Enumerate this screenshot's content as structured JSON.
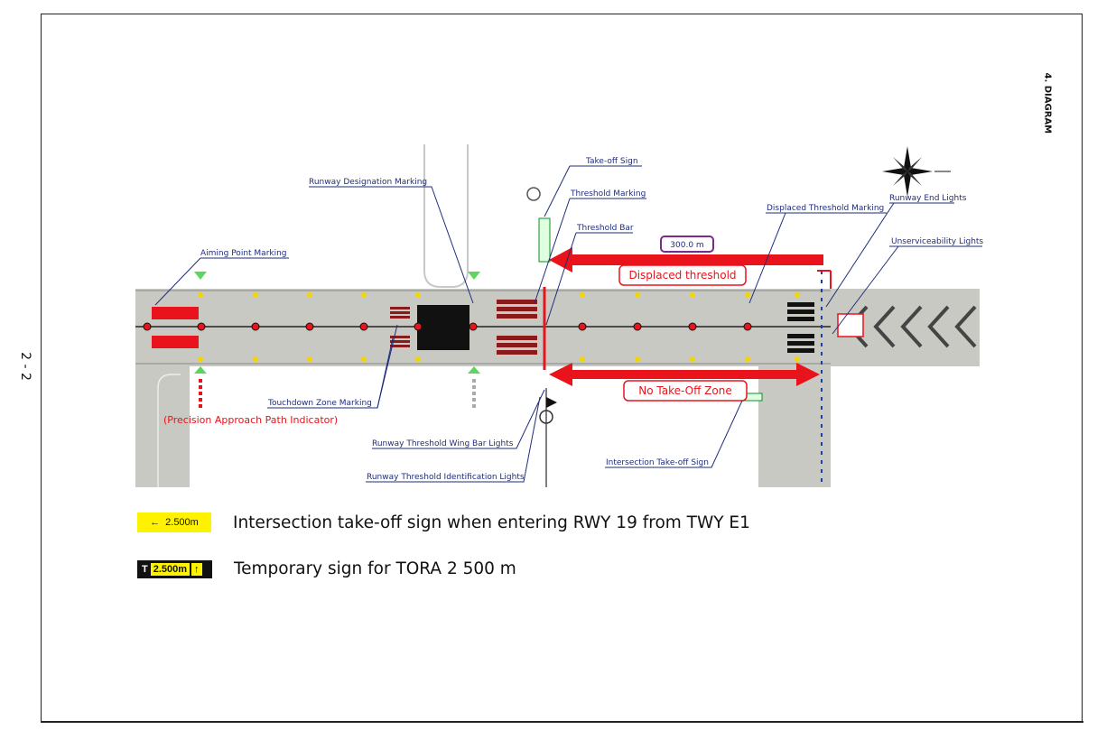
{
  "page": {
    "section_title": "4. DIAGRAM",
    "page_number": "2 - 2"
  },
  "diagram": {
    "labels": {
      "takeoff_sign": "Take-off Sign",
      "runway_designation": "Runway Designation Marking",
      "threshold_marking": "Threshold Marking",
      "threshold_bar": "Threshold Bar",
      "aiming_point": "Aiming Point Marking",
      "displaced_threshold_marking": "Displaced Threshold Marking",
      "runway_end_lights": "Runway End Lights",
      "unserviceability_lights": "Unserviceability Lights",
      "distance": "300.0 m",
      "displaced_threshold": "Displaced threshold",
      "no_takeoff_zone": "No Take-Off Zone",
      "touchdown_zone": "Touchdown Zone Marking",
      "papi": "(Precision Approach Path Indicator)",
      "wing_bar": "Runway Threshold Wing Bar Lights",
      "intersection_sign": "Intersection Take-off Sign",
      "threshold_id_lights": "Runway Threshold Identification Lights"
    },
    "colors": {
      "arrow_red": "#e8131b",
      "label_blue": "#1f2d7a",
      "runway_gray": "#c9c9c3",
      "box_purple": "#7b2a8c"
    }
  },
  "legend": [
    {
      "sign": "2.500m",
      "arrow": "←",
      "text": "Intersection take-off sign when entering RWY 19 from TWY E1"
    },
    {
      "sign_prefix": "T",
      "sign": "2.500m",
      "arrow": "↑",
      "text": "Temporary sign for TORA 2 500 m"
    }
  ]
}
